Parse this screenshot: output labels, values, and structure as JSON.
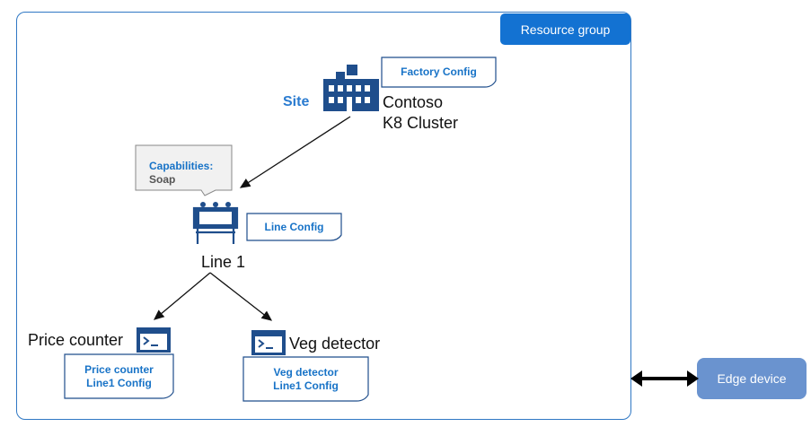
{
  "resource_group": {
    "label": "Resource group"
  },
  "edge_device": {
    "label": "Edge device"
  },
  "site": {
    "label": "Site",
    "name_line1": "Contoso",
    "name_line2": "K8 Cluster",
    "config": "Factory Config",
    "icon": "factory-building-icon"
  },
  "capabilities": {
    "title": "Capabilities:",
    "value": "Soap"
  },
  "line": {
    "name": "Line 1",
    "config": "Line Config",
    "icon": "production-line-icon"
  },
  "targets": [
    {
      "name": "Price counter",
      "config_line1": "Price counter",
      "config_line2": "Line1 Config",
      "icon": "terminal-icon"
    },
    {
      "name": "Veg detector",
      "config_line1": "Veg detector",
      "config_line2": "Line1 Config",
      "icon": "terminal-icon"
    }
  ],
  "colors": {
    "accent": "#1372d2",
    "border": "#2f78c4",
    "icon": "#1f4e8c",
    "edge_device": "#6a93cf"
  }
}
